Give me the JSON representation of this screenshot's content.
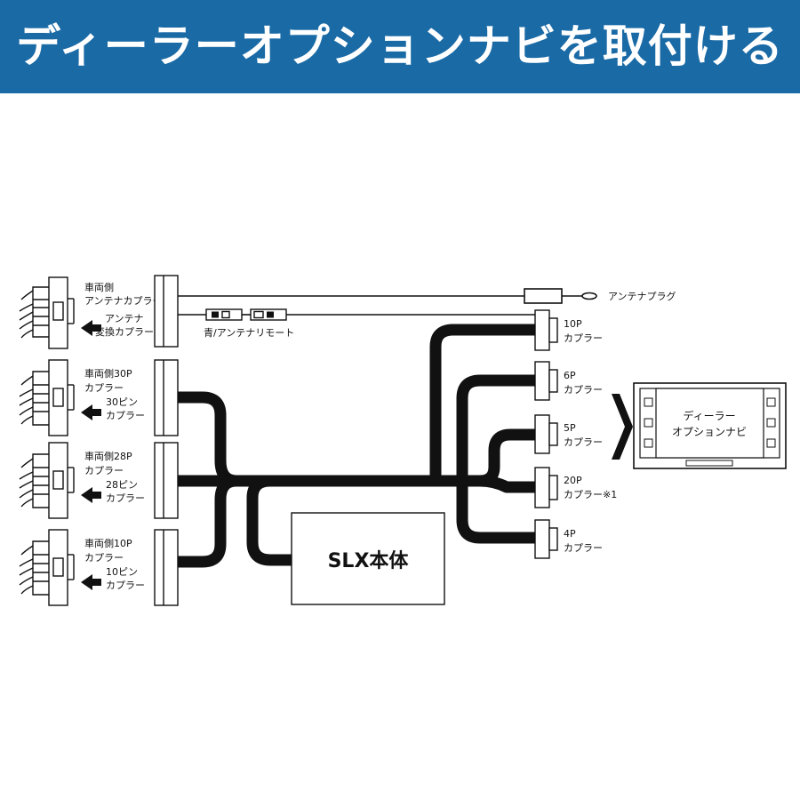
{
  "header": {
    "title": "ディーラーオプションナビを取付ける",
    "background_color": "#1a6aa6",
    "text_color": "#ffffff"
  },
  "left_connectors": [
    {
      "lines": [
        "車両側",
        "アンテナカプラー"
      ],
      "sub_lines": [
        "アンテナ",
        "変換カプラー"
      ]
    },
    {
      "lines": [
        "車両側30P",
        "カプラー"
      ],
      "sub_lines": [
        "30ピン",
        "カプラー"
      ]
    },
    {
      "lines": [
        "車両側28P",
        "カプラー"
      ],
      "sub_lines": [
        "28ピン",
        "カプラー"
      ]
    },
    {
      "lines": [
        "車両側10P",
        "カプラー"
      ],
      "sub_lines": [
        "10ピン",
        "カプラー"
      ]
    }
  ],
  "antenna": {
    "plug_label": "アンテナプラグ",
    "remote_label": "青/アンテナリモート"
  },
  "right_connectors": [
    {
      "lines": [
        "10P",
        "カプラー"
      ]
    },
    {
      "lines": [
        "6P",
        "カプラー"
      ]
    },
    {
      "lines": [
        "5P",
        "カプラー"
      ]
    },
    {
      "lines": [
        "20P",
        "カプラー※1"
      ]
    },
    {
      "lines": [
        "4P",
        "カプラー"
      ]
    }
  ],
  "main_unit": {
    "label": "SLX本体"
  },
  "navi": {
    "lines": [
      "ディーラー",
      "オプションナビ"
    ]
  },
  "colors": {
    "cable": "#111111"
  }
}
